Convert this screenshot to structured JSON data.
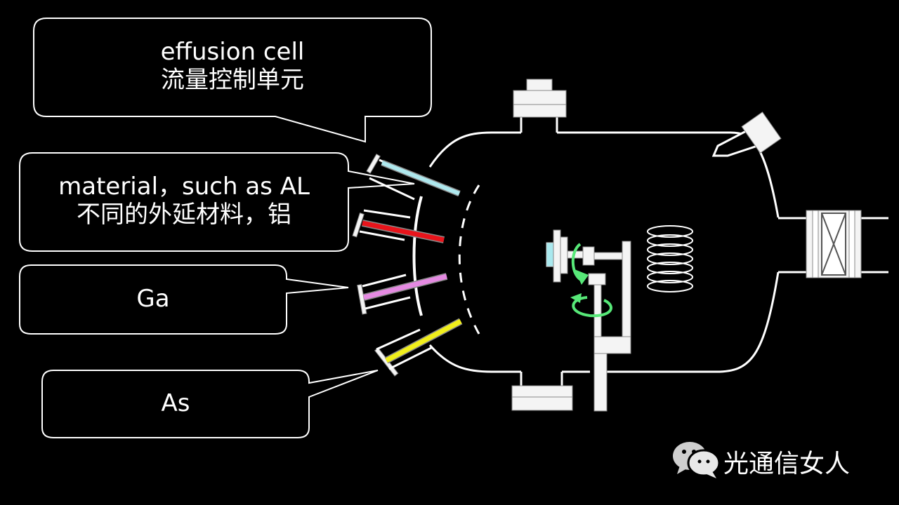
{
  "callouts": {
    "effusion": {
      "line1": "effusion cell",
      "line2": "流量控制单元"
    },
    "material": {
      "line1": "material，such as AL",
      "line2": "不同的外延材料，铝"
    },
    "ga": {
      "label": "Ga"
    },
    "as": {
      "label": "As"
    }
  },
  "cells": [
    {
      "name": "al-cell",
      "color": "#aee8ee"
    },
    {
      "name": "second-cell",
      "color": "#e8141b"
    },
    {
      "name": "ga-cell",
      "color": "#e58ae2"
    },
    {
      "name": "as-cell",
      "color": "#f1ef1b"
    }
  ],
  "sample_holder_color": "#a9e8ee",
  "rotation_arrow_color": "#57e878",
  "watermark": {
    "text": "光通信女人",
    "icon": "wechat-icon"
  }
}
